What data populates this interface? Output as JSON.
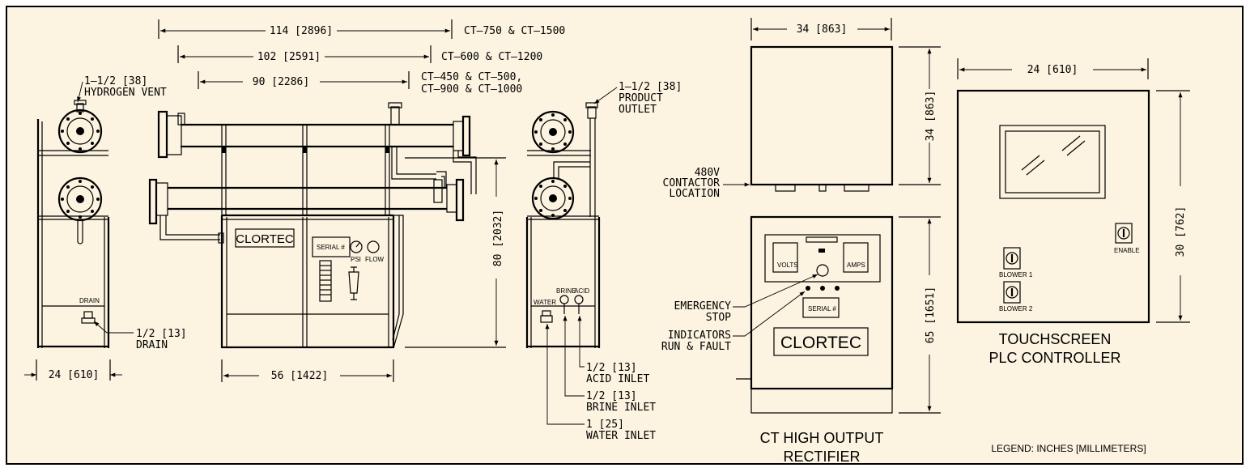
{
  "colors": {
    "background": "#fcf3e0",
    "lines": "#000000"
  },
  "dimensions": {
    "len_114": "114 [2896]",
    "len_102": "102 [2591]",
    "len_90": "90 [2286]",
    "model_114": "CT–750 & CT–1500",
    "model_102": "CT–600 & CT–1200",
    "model_90_line1": "CT–450 & CT–500,",
    "model_90_line2": "CT–900 & CT–1000",
    "height_80": "80 [2032]",
    "width_56": "56 [1422]",
    "width_24_left": "24 [610]",
    "rect_width_34": "34 [863]",
    "rect_height_34": "34 [863]",
    "rect_height_65": "65 [1651]",
    "plc_width_24": "24 [610]",
    "plc_height_30": "30 [762]"
  },
  "callouts": {
    "vent_line1": "1–1/2 [38]",
    "vent_line2": "HYDROGEN VENT",
    "drain_line1": "1/2 [13]",
    "drain_line2": "DRAIN",
    "product_line1": "1–1/2 [38]",
    "product_line2": "PRODUCT",
    "product_line3": "OUTLET",
    "acid_line1": "1/2 [13]",
    "acid_line2": "ACID INLET",
    "brine_line1": "1/2 [13]",
    "brine_line2": "BRINE INLET",
    "water_line1": "1 [25]",
    "water_line2": "WATER INLET",
    "contactor_line1": "480V",
    "contactor_line2": "CONTACTOR",
    "contactor_line3": "LOCATION",
    "estop_line1": "EMERGENCY",
    "estop_line2": "STOP",
    "ind_line1": "INDICATORS",
    "ind_line2": "RUN & FAULT"
  },
  "panel_labels": {
    "drain_small": "DRAIN",
    "serial": "SERIAL #",
    "psi": "PSI",
    "flow": "FLOW",
    "water": "WATER",
    "brine": "BRINE",
    "acid": "ACID",
    "volts": "VOLTS",
    "amps": "AMPS",
    "blower1": "BLOWER 1",
    "blower2": "BLOWER 2",
    "enable": "ENABLE"
  },
  "brand": "CLORTEC",
  "titles": {
    "rectifier_line1": "CT HIGH OUTPUT",
    "rectifier_line2": "RECTIFIER",
    "plc_line1": "TOUCHSCREEN",
    "plc_line2": "PLC CONTROLLER"
  },
  "legend": "LEGEND:  INCHES  [MILLIMETERS]"
}
